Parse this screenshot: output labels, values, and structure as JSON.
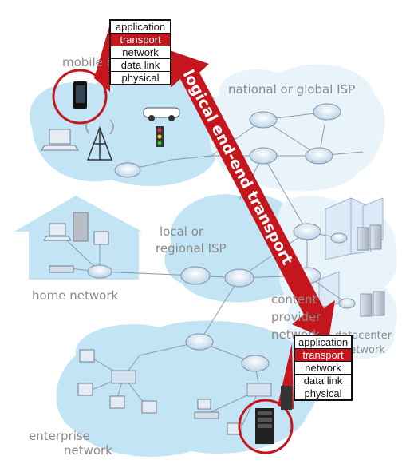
{
  "arrow_label": "logical end-end transport",
  "regions": {
    "mobile": "mobile network",
    "national_isp": "national or global ISP",
    "local_isp_1": "local or",
    "local_isp_2": "regional ISP",
    "home": "home network",
    "content_1": "content",
    "content_2": "provider",
    "content_3": "network",
    "datacenter_1": "datacenter",
    "datacenter_2": "network",
    "enterprise_1": "enterprise",
    "enterprise_2": "network"
  },
  "stack_top": [
    "application",
    "transport",
    "network",
    "data link",
    "physical"
  ],
  "stack_bottom": [
    "application",
    "transport",
    "network",
    "data link",
    "physical"
  ],
  "highlighted_layer": "transport",
  "colors": {
    "arrow": "#c5161d",
    "highlight": "#c5161d",
    "cloud": "#bfe3f4",
    "router": "#cfe0ee",
    "label": "#8a8a8a"
  }
}
